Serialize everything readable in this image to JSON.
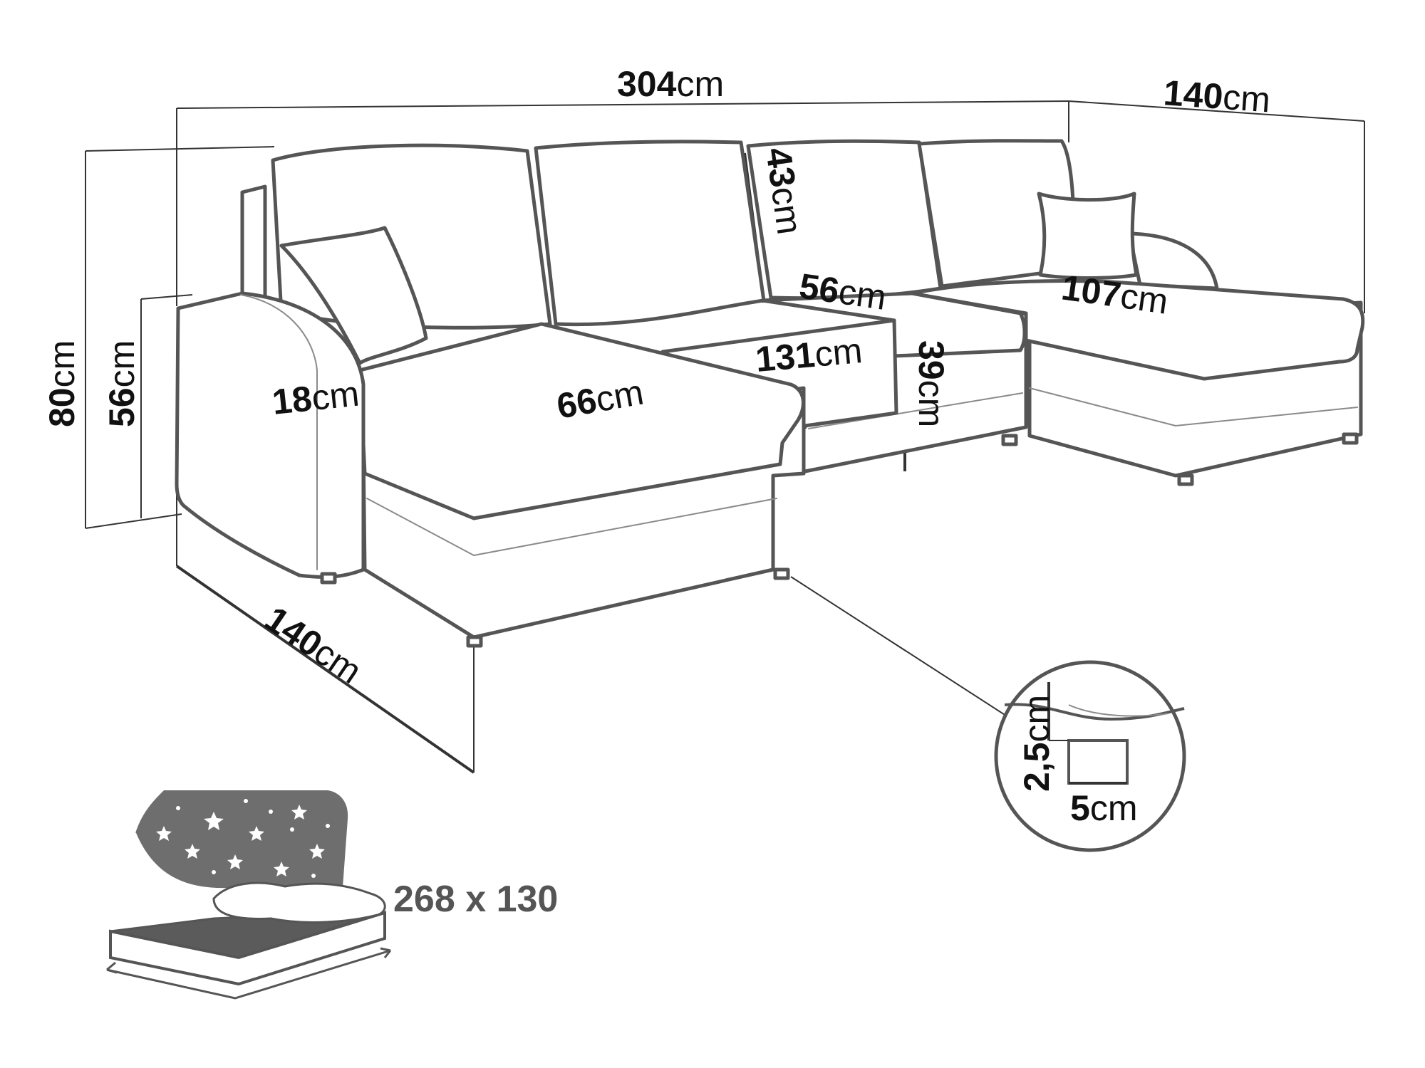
{
  "dimensions": {
    "total_width": {
      "value": "304",
      "unit": "cm"
    },
    "right_depth": {
      "value": "140",
      "unit": "cm"
    },
    "total_height": {
      "value": "80",
      "unit": "cm"
    },
    "seat_height": {
      "value": "56",
      "unit": "cm"
    },
    "armrest_width": {
      "value": "18",
      "unit": "cm"
    },
    "left_chaise_seat_width": {
      "value": "66",
      "unit": "cm"
    },
    "back_cushion_height": {
      "value": "43",
      "unit": "cm"
    },
    "middle_seat_depth": {
      "value": "56",
      "unit": "cm"
    },
    "middle_seat_width": {
      "value": "131",
      "unit": "cm"
    },
    "seat_front_height": {
      "value": "39",
      "unit": "cm"
    },
    "right_chaise_seat_width": {
      "value": "107",
      "unit": "cm"
    },
    "left_depth": {
      "value": "140",
      "unit": "cm"
    }
  },
  "feet_detail": {
    "height": {
      "value": "2,5",
      "unit": "cm"
    },
    "width": {
      "value": "5",
      "unit": "cm"
    }
  },
  "bed_function": {
    "sleeping_area": "268 x 130",
    "icons": [
      "bed-icon",
      "starry-night-icon"
    ]
  },
  "colors": {
    "line": "#555555",
    "text": "#111111",
    "night_sky": "#6e6e6e",
    "mattress": "#5b5b5b"
  }
}
